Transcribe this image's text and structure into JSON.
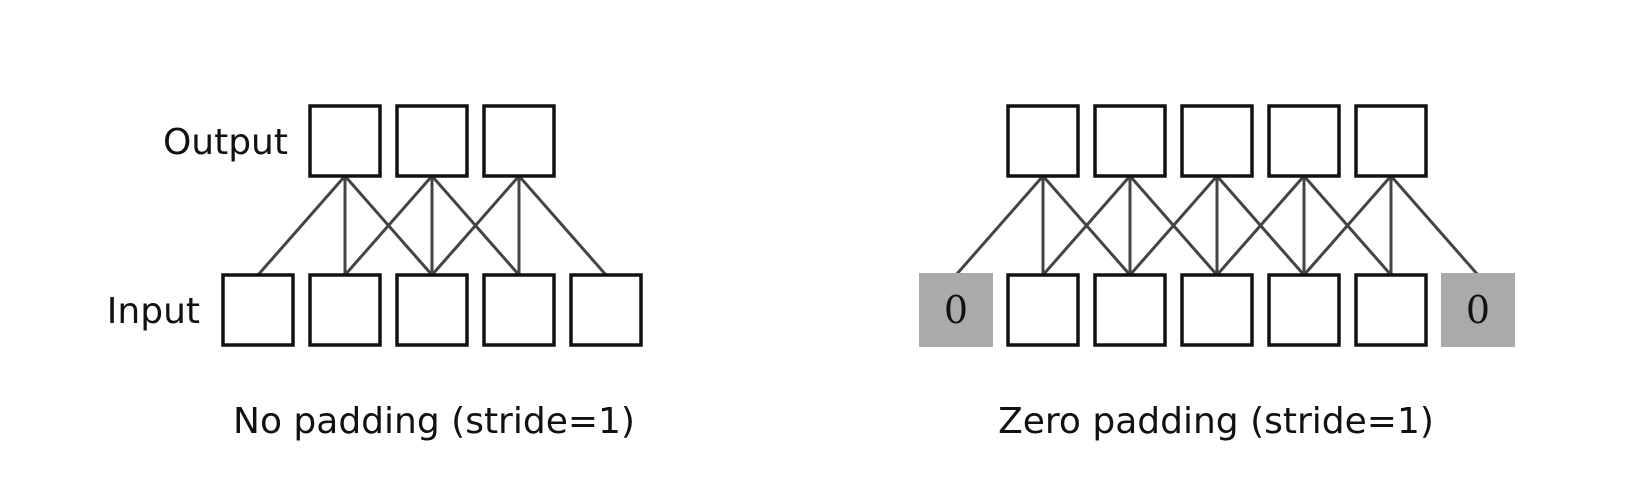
{
  "left_panel": {
    "output_label": "Output",
    "input_label": "Input",
    "caption": "No padding (stride=1)",
    "output_count": 3,
    "input_count": 5
  },
  "right_panel": {
    "caption": "Zero padding (stride=1)",
    "output_count": 5,
    "input_count": 7,
    "pad_value": "0"
  },
  "colors": {
    "box_stroke": "#111111",
    "edge": "#444444",
    "pad_fill": "#aaaaaa"
  }
}
